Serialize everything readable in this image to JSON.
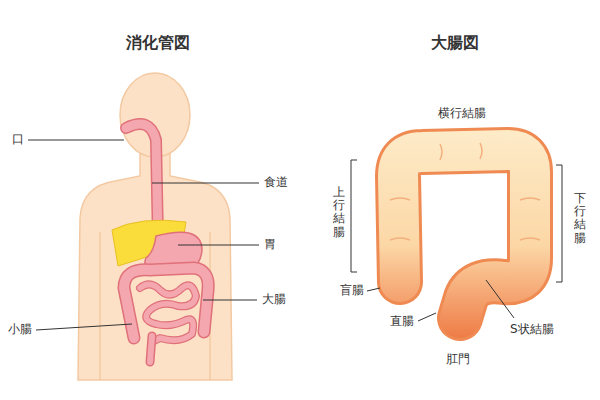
{
  "diagram": {
    "labels": [
      "消化管図",
      "大腸図",
      "口",
      "食道",
      "胃",
      "大腸",
      "小腸",
      "横行結腸",
      "上行結腸",
      "下行結腸",
      "盲腸",
      "直腸",
      "S状結腸",
      "肛門"
    ]
  }
}
